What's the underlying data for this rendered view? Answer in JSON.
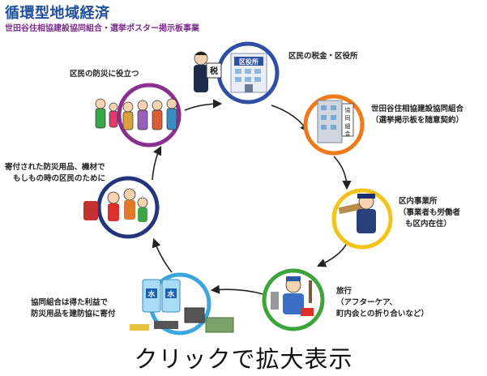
{
  "header": {
    "title": "循環型地域経済",
    "subtitle": "世田谷住相協建設協同組合・選挙ポスター掲示板事業"
  },
  "nodes": [
    {
      "id": "ward",
      "lines": [
        "区民の税金・区役所"
      ],
      "ring_color": "#2e4fa3",
      "sign_text": "区役所",
      "tax_text": "税"
    },
    {
      "id": "coop",
      "lines": [
        "世田谷住相協建設協同組合",
        "（選挙掲示板を随意契約）"
      ],
      "ring_color": "#ee7a1a",
      "sign_text": "協同組合"
    },
    {
      "id": "biz",
      "lines": [
        "区内事業所",
        "（事業者も労働者",
        "も区内在住）"
      ],
      "ring_color": "#f2c417"
    },
    {
      "id": "trip",
      "lines": [
        "旅行",
        "（アフターケア、",
        "町内会との折り合いなど）"
      ],
      "ring_color": "#3da43a"
    },
    {
      "id": "donate",
      "lines": [
        "協同組合は得た利益で",
        "防災用品を建防協に寄付"
      ],
      "ring_color": "#3aa6de",
      "bottle_text": "水"
    },
    {
      "id": "supplies",
      "lines": [
        "寄付された防災用品、機材で",
        "もしもの時の区民のために"
      ],
      "ring_color": "#24357d"
    },
    {
      "id": "citizens",
      "lines": [
        "区民の防災に役立つ"
      ],
      "ring_color": "#8a2f8f"
    }
  ],
  "footer": {
    "text": "クリックで拡大表示"
  },
  "colors": {
    "arrow": "#222222",
    "title": "#1f4e9e",
    "subtitle": "#7a2d8c"
  }
}
